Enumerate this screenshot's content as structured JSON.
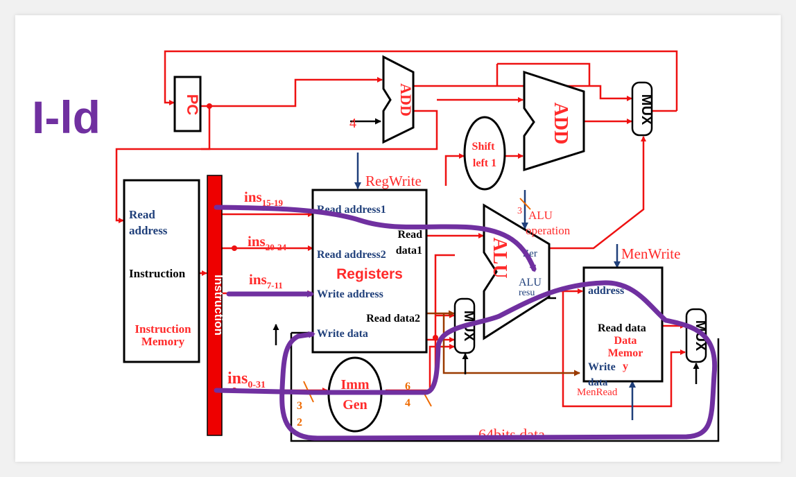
{
  "slide_title": "I-ld",
  "blocks": {
    "pc": "PC",
    "add_small": "ADD",
    "add_big": "ADD",
    "mux_top": "MUX",
    "shift_line1": "Shift",
    "shift_line2": "left 1",
    "const_four": "4",
    "instr_mem": {
      "read_address_line1": "Read",
      "read_address_line2": "address",
      "instruction": "Instruction",
      "name_line1": "Instruction",
      "name_line2": "Memory"
    },
    "instruction_bus": "Instruction",
    "registers": {
      "name": "Registers",
      "read_address1": "Read address1",
      "read_address2": "Read address2",
      "write_address": "Write address",
      "write_data": "Write data",
      "read_data1_line1": "Read",
      "read_data1_line2": "data1",
      "read_data2": "Read data2"
    },
    "alu": "ALU",
    "alu_zero": "Zer",
    "alu_result_line1": "ALU",
    "alu_result_line2": "resu",
    "mux_alu": "MUX",
    "mux_mem": "MUX",
    "imm_gen_line1": "Imm",
    "imm_gen_line2": "Gen",
    "data_memory": {
      "address": "address",
      "read_data": "Read data",
      "name_line1": "Data",
      "name_line2": "Memor",
      "name_line3": "y",
      "write_data_line1": "Write",
      "write_data_line2": "data"
    }
  },
  "signals": {
    "regwrite": "RegWrite",
    "alu_operation_num": "3",
    "alu_operation_line1": "ALU",
    "alu_operation_line2": "operation",
    "memwrite": "MenWrite",
    "memread": "MenRead",
    "ins_15_19": {
      "base": "ins",
      "sub": "15-19"
    },
    "ins_20_24": {
      "base": "ins",
      "sub": "20-24"
    },
    "ins_7_11": {
      "base": "ins",
      "sub": "7-11"
    },
    "ins_0_31": {
      "base": "ins",
      "sub": "0-31"
    },
    "width_32_a": "3",
    "width_32_b": "2",
    "width_64_a": "6",
    "width_64_b": "4",
    "data_64": "64bits data"
  },
  "colors": {
    "wire_red": "#ee1111",
    "label_red": "#ff2a2a",
    "blue": "#1f3f7a",
    "brown": "#9a3a00",
    "purple": "#7030a0",
    "black": "#000000"
  }
}
